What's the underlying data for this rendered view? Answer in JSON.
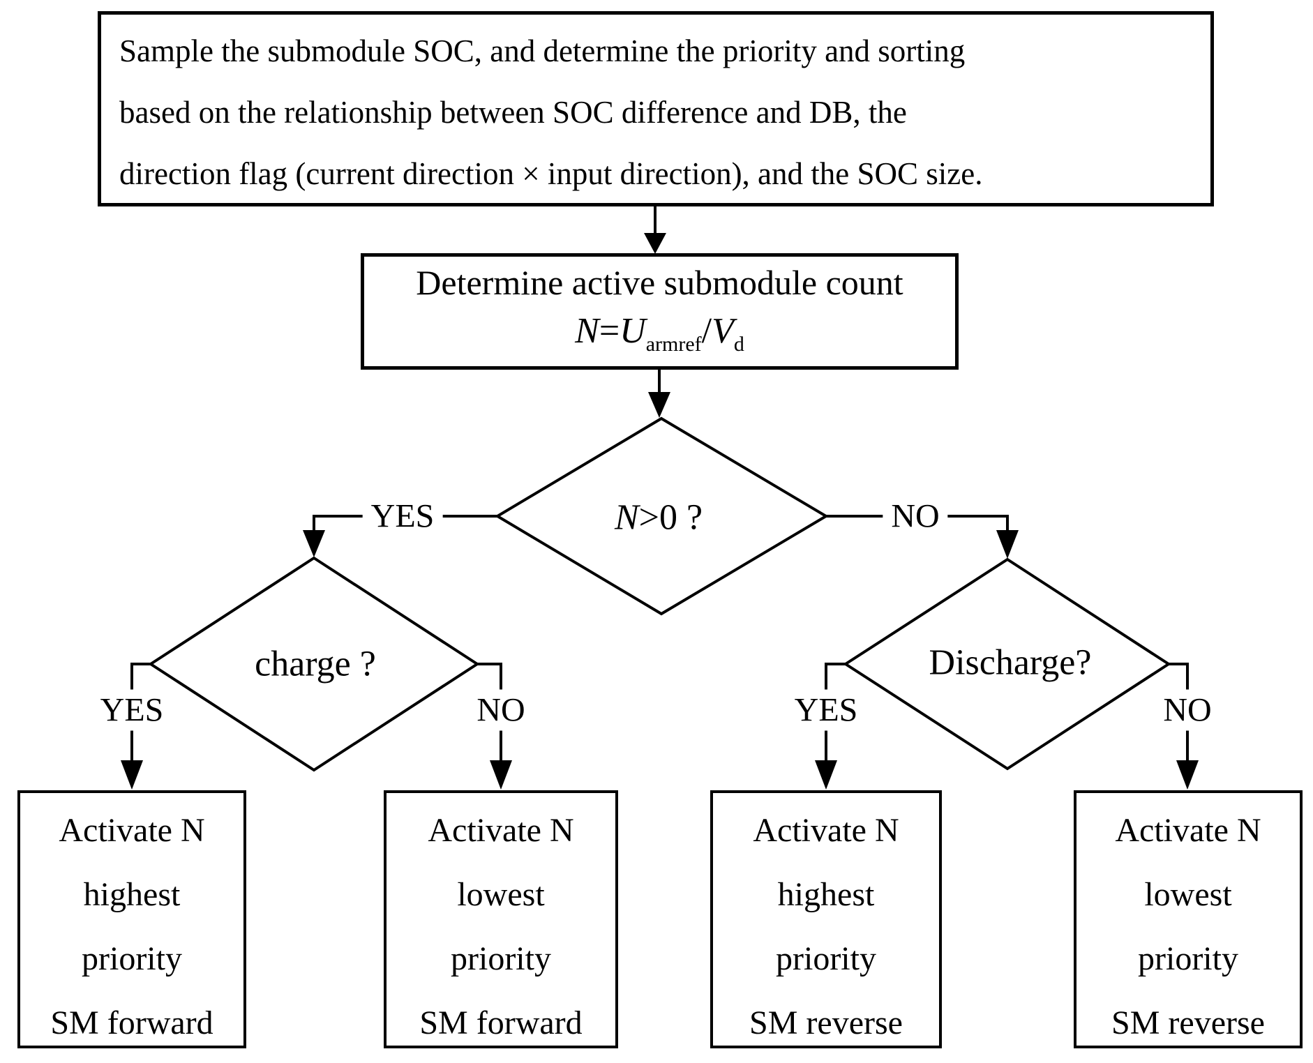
{
  "colors": {
    "line": "#000000",
    "background": "#ffffff",
    "text": "#000000"
  },
  "diagram": {
    "start_box": {
      "line1": "Sample the submodule SOC, and determine the priority and sorting",
      "line2": "based on the relationship between SOC difference and DB, the",
      "line3": "direction flag (current direction × input direction), and the SOC size."
    },
    "count_box": {
      "title": "Determine active submodule count",
      "formula": {
        "n": "N",
        "eq": "=",
        "u": "U",
        "usub": "armref",
        "slash": "/",
        "v": "V",
        "vsub": "d"
      }
    },
    "decision_n": {
      "variable": "N",
      "condition": ">0 ?",
      "yes_label": "YES",
      "no_label": "NO"
    },
    "decision_charge": {
      "label": "charge ?",
      "yes_label": "YES",
      "no_label": "NO"
    },
    "decision_discharge": {
      "label": "Discharge?",
      "yes_label": "YES",
      "no_label": "NO"
    },
    "action_boxes": [
      {
        "lines": [
          "Activate N",
          "highest",
          "priority",
          "SM forward"
        ]
      },
      {
        "lines": [
          "Activate N",
          "lowest",
          "priority",
          "SM forward"
        ]
      },
      {
        "lines": [
          "Activate N",
          "highest",
          "priority",
          "SM reverse"
        ]
      },
      {
        "lines": [
          "Activate N",
          "lowest",
          "priority",
          "SM reverse"
        ]
      }
    ]
  }
}
